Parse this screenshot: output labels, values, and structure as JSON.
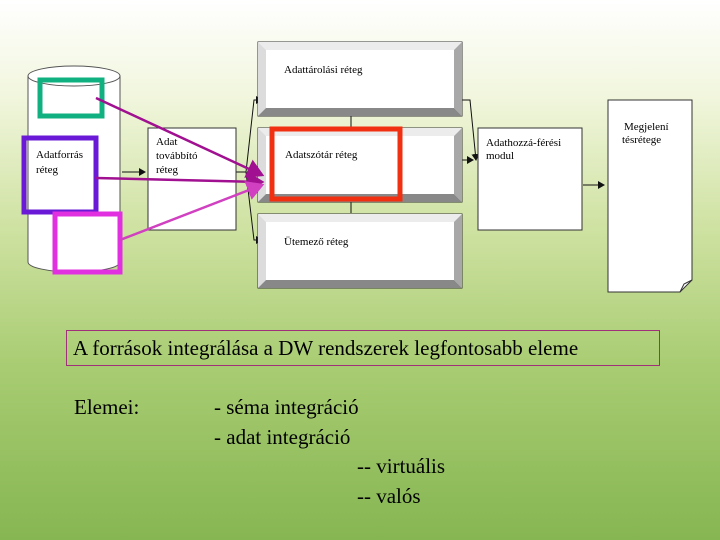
{
  "diagram": {
    "data_source_label_line1": "Adatforrás",
    "data_source_label_line2": "réteg",
    "transfer_line1": "Adat",
    "transfer_line2": "továbbító",
    "transfer_line3": "réteg",
    "storage_label": "Adattárolási réteg",
    "dictionary_label": "Adatszótár réteg",
    "scheduler_label": "Ütemező réteg",
    "access_line1": "Adathozzá-férési",
    "access_line2": "modul",
    "display_line1": "Megjelení",
    "display_line2": "tésrétege"
  },
  "headline": "A források integrálása a DW rendszerek legfontosabb eleme",
  "elements": {
    "label": "Elemei:",
    "items": [
      "- séma integráció",
      "- adat integráció",
      "-- virtuális",
      "-- valós"
    ]
  },
  "colors": {
    "green_marker": "#10b080",
    "purple_marker": "#6a1ad6",
    "magenta_marker": "#e030e0",
    "red_marker": "#f03010",
    "arrow_purple": "#a01090",
    "arrow_pink": "#d040c0"
  }
}
